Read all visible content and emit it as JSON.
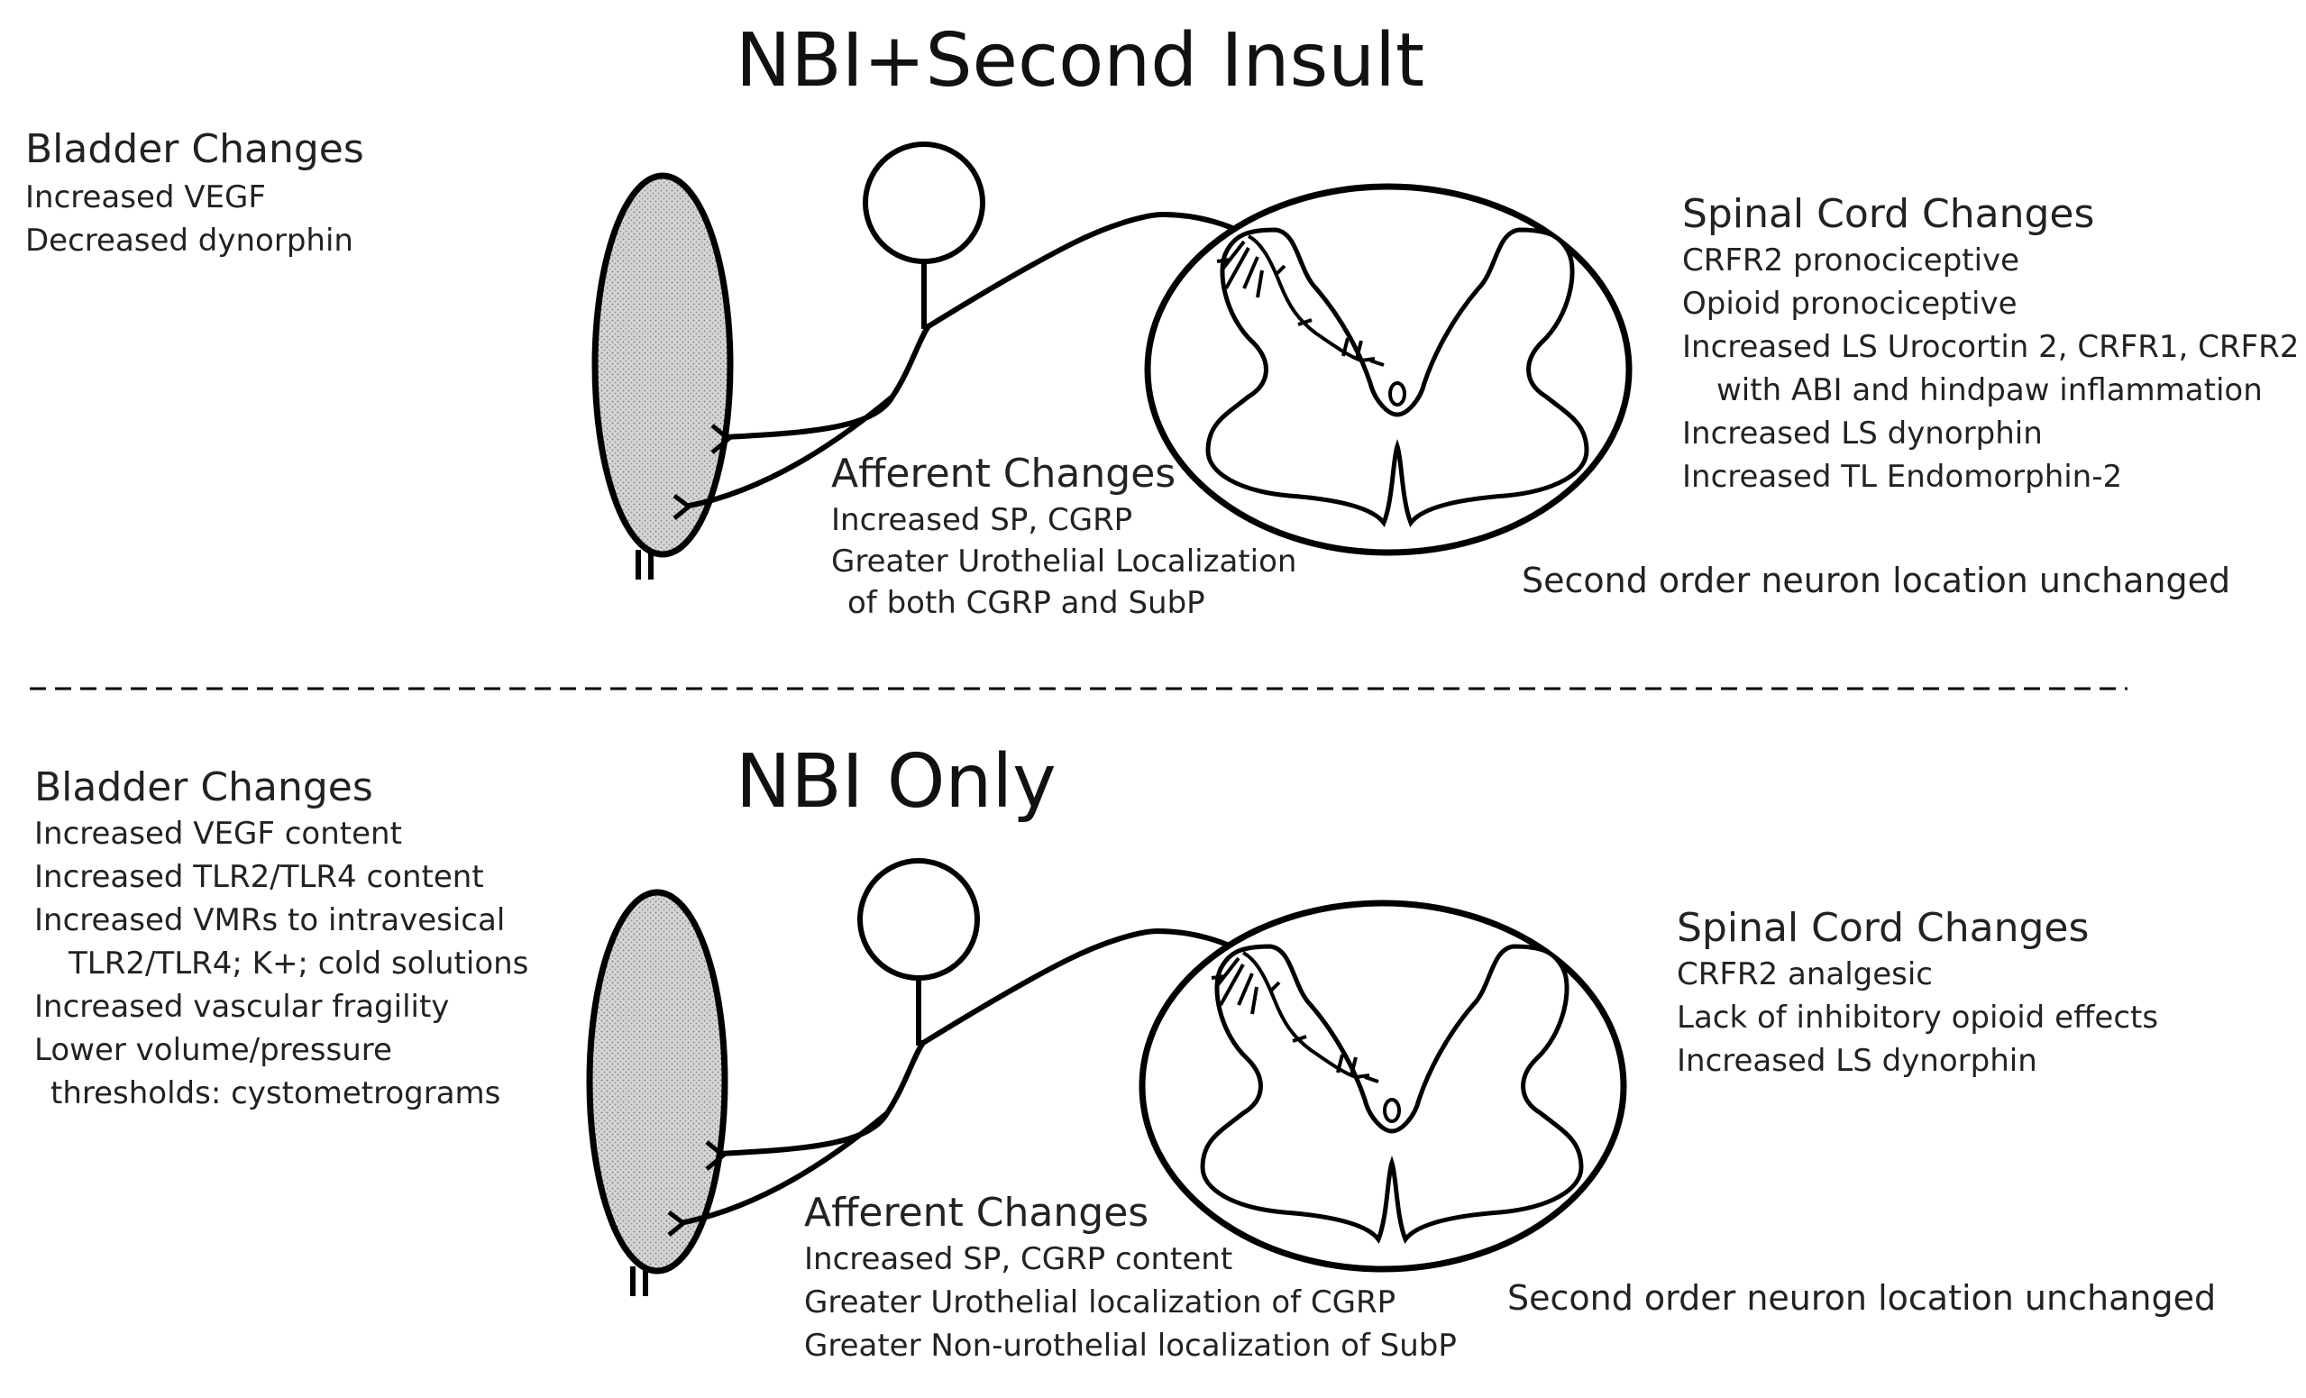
{
  "top_panel": {
    "title": "NBI+Second Insult",
    "bladder": {
      "heading": "Bladder Changes",
      "lines": [
        "Increased VEGF",
        "Decreased dynorphin"
      ]
    },
    "afferent": {
      "heading": "Afferent Changes",
      "lines": [
        "Increased SP, CGRP",
        "Greater Urothelial Localization",
        "of both CGRP and SubP"
      ]
    },
    "spinal": {
      "heading": "Spinal Cord Changes",
      "lines": [
        "CRFR2 pronociceptive",
        "Opioid pronociceptive",
        "Increased LS  Urocortin 2, CRFR1, CRFR2",
        "with ABI and hindpaw inflammation",
        "Increased LS dynorphin",
        "Increased TL Endomorphin-2"
      ]
    },
    "neuron_note": "Second order  neuron location unchanged"
  },
  "bottom_panel": {
    "title": "NBI Only",
    "bladder": {
      "heading": "Bladder Changes",
      "lines": [
        "Increased VEGF content",
        "Increased TLR2/TLR4 content",
        "Increased VMRs to intravesical",
        "TLR2/TLR4; K+; cold solutions",
        "Increased vascular fragility",
        "Lower volume/pressure",
        "thresholds: cystometrograms"
      ]
    },
    "afferent": {
      "heading": "Afferent Changes",
      "lines": [
        "Increased SP, CGRP content",
        "Greater Urothelial localization of CGRP",
        "Greater Non-urothelial localization of SubP"
      ]
    },
    "spinal": {
      "heading": "Spinal Cord Changes",
      "lines": [
        "CRFR2 analgesic",
        "Lack of inhibitory opioid effects",
        "Increased LS dynorphin"
      ]
    },
    "neuron_note": "Second order  neuron location unchanged"
  }
}
